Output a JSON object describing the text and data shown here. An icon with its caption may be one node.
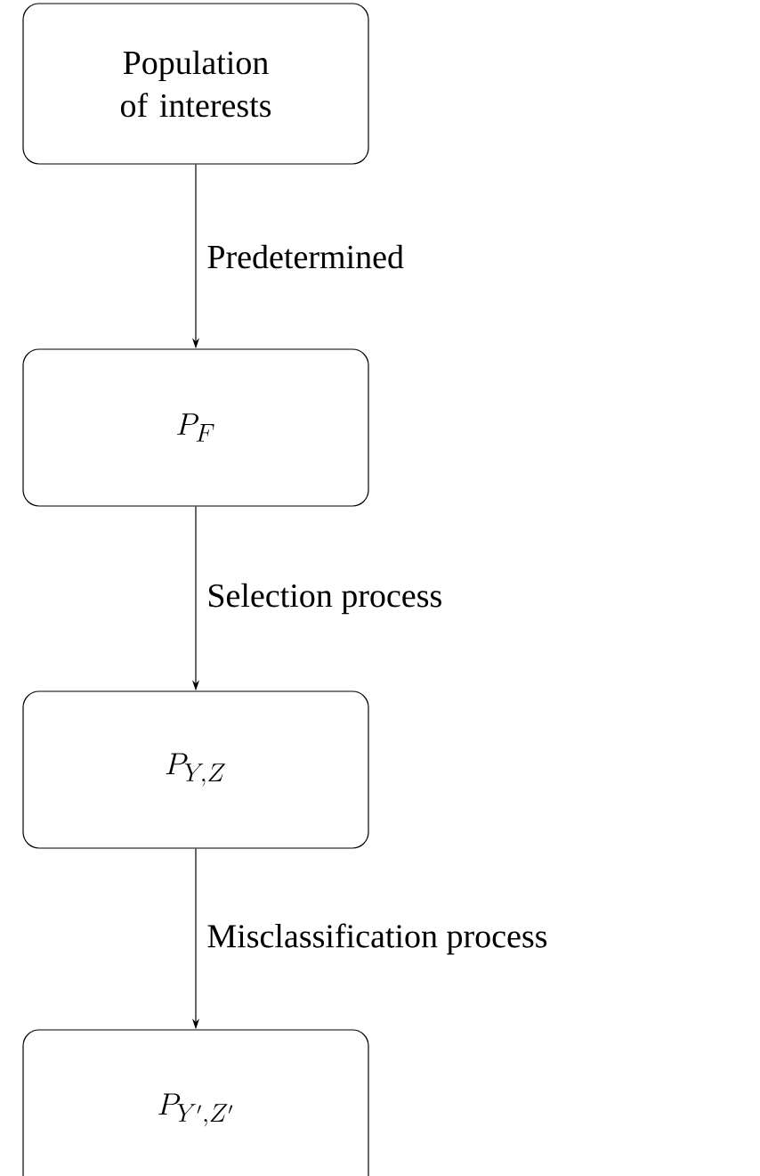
{
  "diagram": {
    "nodes": [
      {
        "text": [
          "Population of interests"
        ]
      },
      {
        "text": [
          "P_F"
        ]
      },
      {
        "text": [
          "P_{Y,Z}"
        ]
      },
      {
        "text": [
          "P_{Y',Z'}"
        ]
      }
    ],
    "edges": [
      {
        "from": 0,
        "to": 1,
        "arrow": "to",
        "label": "Predetermined"
      },
      {
        "from": 1,
        "to": 2,
        "arrow": "to",
        "label": "Selection process"
      },
      {
        "from": 2,
        "to": 3,
        "arrow": "to",
        "label": "Misclassification process"
      }
    ]
  }
}
